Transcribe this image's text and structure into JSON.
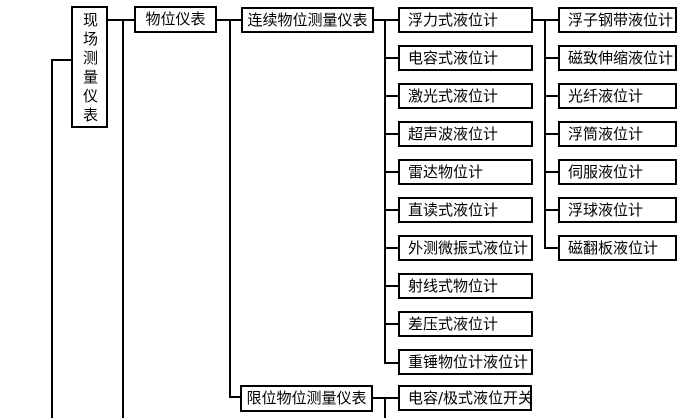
{
  "diagram": {
    "title_hint": "field measurement instruments level-gauge taxonomy tree",
    "root": "现场测量仪表",
    "branch_level_instruments": "物位仪表",
    "continuous_group": "连续物位测量仪表",
    "limit_group": "限位物位测量仪表",
    "continuous_children": [
      "浮力式液位计",
      "电容式液位计",
      "激光式液位计",
      "超声波液位计",
      "雷达物位计",
      "直读式液位计",
      "外测微振式液位计",
      "射线式物位计",
      "差压式液位计",
      "重锤物位计液位计"
    ],
    "buoyancy_children": [
      "浮子钢带液位计",
      "磁致伸缩液位计",
      "光纤液位计",
      "浮筒液位计",
      "伺服液位计",
      "浮球液位计",
      "磁翻板液位计"
    ],
    "limit_children": [
      "电容/极式液位开关"
    ],
    "colors": {
      "line": "#000000",
      "background": "#ffffff",
      "text": "#000000"
    }
  }
}
